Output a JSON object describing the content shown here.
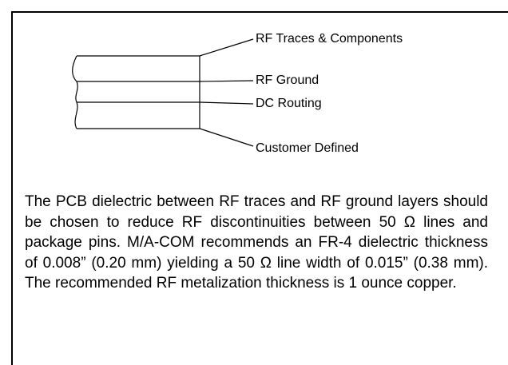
{
  "diagram": {
    "labels": {
      "rf_traces": "RF Traces & Components",
      "rf_ground": "RF Ground",
      "dc_routing": "DC Routing",
      "customer_defined": "Customer Defined"
    }
  },
  "description": {
    "text": "The PCB dielectric between RF traces and RF ground layers should be chosen to reduce RF discontinuities between 50 Ω lines and package pins.  M/A-COM recommends an FR-4 dielectric thickness of 0.008” (0.20 mm) yielding a 50 Ω line width of 0.015” (0.38 mm). The recommended RF metalization thickness is 1 ounce copper."
  }
}
